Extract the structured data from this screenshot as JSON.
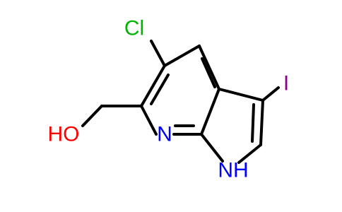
{
  "molecule": {
    "atoms": {
      "cl": {
        "label": "Cl",
        "color": "#00b300"
      },
      "i": {
        "label": "I",
        "color": "#8b008b"
      },
      "n_pyridine": {
        "label": "N",
        "color": "#0000ff"
      },
      "nh": {
        "label": "NH",
        "color": "#0000ff"
      },
      "oh": {
        "label": "HO",
        "color": "#ff0000"
      }
    },
    "bond_color": "#000000"
  }
}
